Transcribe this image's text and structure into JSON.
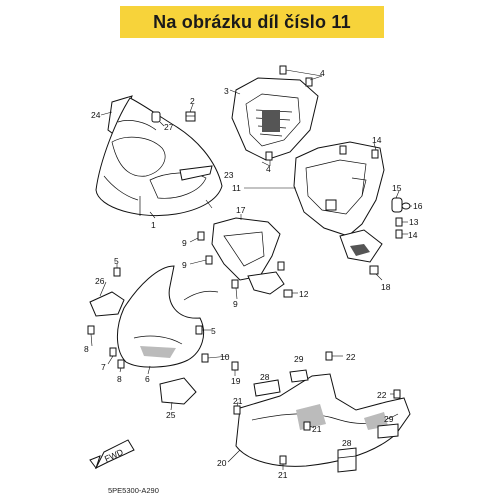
{
  "banner": {
    "text": "Na obrázku díl číslo 11",
    "color": "#f7d33a"
  },
  "diagram_code": "5PE5300-A290",
  "fwd_label": "FWD",
  "part_labels": {
    "p1": "1",
    "p2": "2",
    "p3": "3",
    "p4a": "4",
    "p4b": "4",
    "p5a": "5",
    "p5b": "5",
    "p6": "6",
    "p7": "7",
    "p8a": "8",
    "p8b": "8",
    "p9a": "9",
    "p9b": "9",
    "p9c": "9",
    "p10": "10",
    "p11": "11",
    "p12": "12",
    "p13": "13",
    "p14a": "14",
    "p14b": "14",
    "p15": "15",
    "p16": "16",
    "p17": "17",
    "p18": "18",
    "p19": "19",
    "p20": "20",
    "p21a": "21",
    "p21b": "21",
    "p21c": "21",
    "p22a": "22",
    "p22b": "22",
    "p23": "23",
    "p24": "24",
    "p25": "25",
    "p26": "26",
    "p27": "27",
    "p28a": "28",
    "p28b": "28",
    "p29a": "29",
    "p29b": "29"
  }
}
